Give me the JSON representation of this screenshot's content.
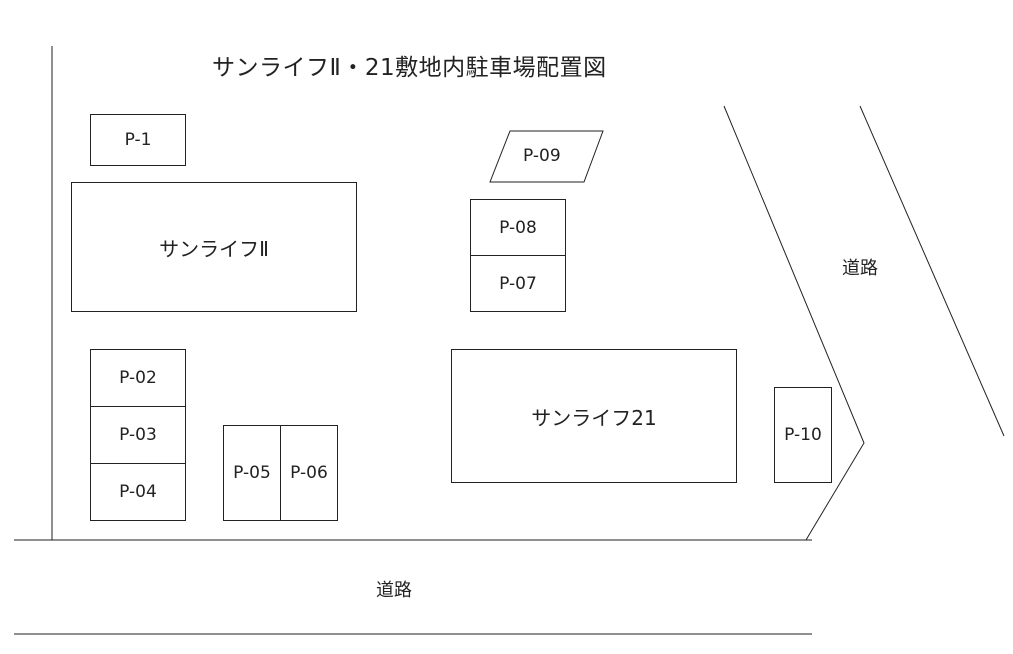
{
  "title": "サンライフⅡ・21敷地内駐車場配置図",
  "buildings": {
    "sunlife2": "サンライフⅡ",
    "sunlife21": "サンライフ21"
  },
  "parking": {
    "p1": "P-1",
    "p02": "P-02",
    "p03": "P-03",
    "p04": "P-04",
    "p05": "P-05",
    "p06": "P-06",
    "p07": "P-07",
    "p08": "P-08",
    "p09": "P-09",
    "p10": "P-10"
  },
  "roads": {
    "bottom": "道路",
    "right": "道路"
  }
}
